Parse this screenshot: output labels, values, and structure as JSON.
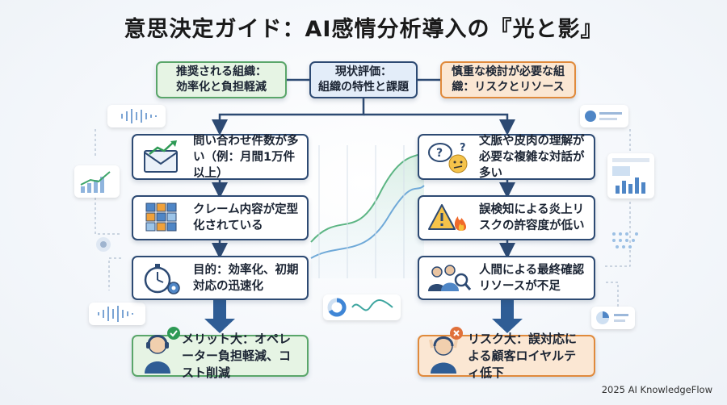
{
  "title": "意思決定ガイド：AI感情分析導入の『光と影』",
  "top": {
    "left": "推奨される組織：\n効率化と負担軽減",
    "center": "現状評価：\n組織の特性と課題",
    "right": "慎重な検討が必要な組\n織：リスクとリソース"
  },
  "left_steps": [
    {
      "icon": "email-trend-icon",
      "label": "問い合わせ件数が多い（例：月間1万件以上）"
    },
    {
      "icon": "grid-pattern-icon",
      "label": "クレーム内容が定型化されている"
    },
    {
      "icon": "stopwatch-gear-icon",
      "label": "目的：効率化、初期対応の迅速化"
    }
  ],
  "right_steps": [
    {
      "icon": "confused-face-icon",
      "label": "文脈や皮肉の理解が必要な複雑な対話が多い"
    },
    {
      "icon": "warning-fire-icon",
      "label": "誤検知による炎上リスクの許容度が低い"
    },
    {
      "icon": "people-search-icon",
      "label": "人間による最終確認リソースが不足"
    }
  ],
  "results": {
    "left": "メリット大：オペレーター負担軽減、コスト削減",
    "right": "リスク大：誤対応による顧客ロイヤルティ低下"
  },
  "footer": "2025 AI KnowledgeFlow",
  "colors": {
    "navy": "#2d4a73",
    "green": "#5aa66a",
    "orange": "#e08a3c",
    "arrow": "#2f5d95"
  }
}
